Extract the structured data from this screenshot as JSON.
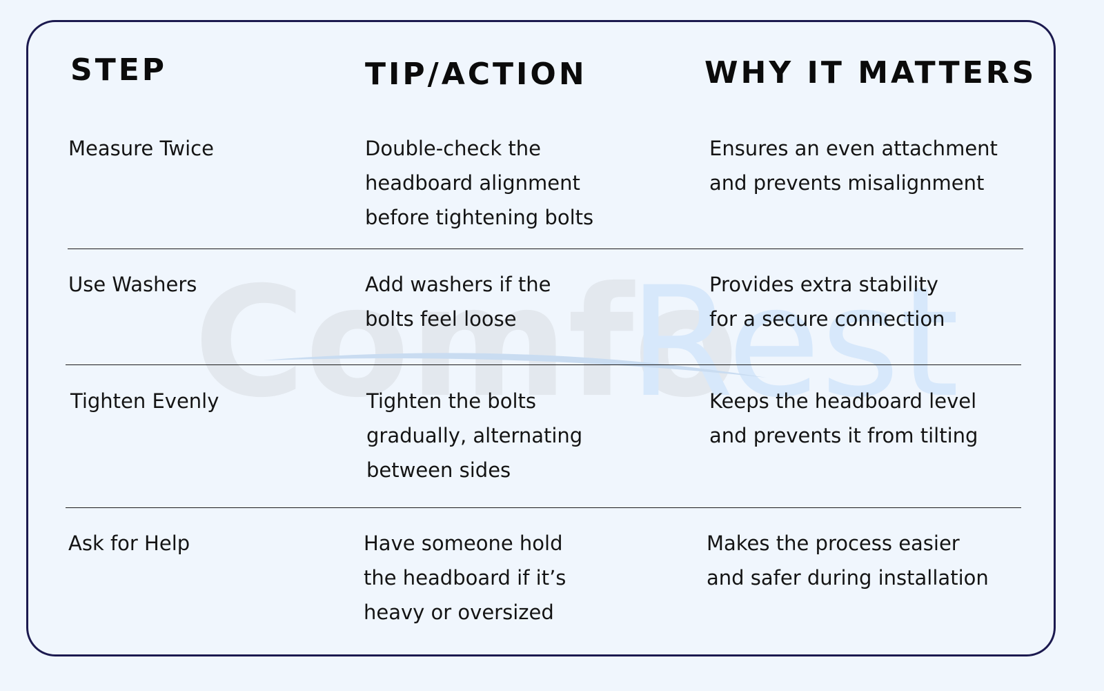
{
  "brand": {
    "watermark_part1": "Comfo",
    "watermark_part2": "Rest",
    "colors": {
      "border": "#1c1a4f",
      "background": "#f0f6fd",
      "watermark_gray": "#e3e8ee",
      "watermark_blue": "#d7e8fb"
    }
  },
  "table": {
    "headers": {
      "step": "STEP",
      "tip": "TIP/ACTION",
      "why": "WHY IT MATTERS"
    },
    "rows": [
      {
        "step": "Measure Twice",
        "tip": "Double-check the\nheadboard alignment\nbefore tightening bolts",
        "why": "Ensures an even attachment\nand prevents misalignment"
      },
      {
        "step": "Use Washers",
        "tip": "Add washers if the\nbolts feel loose",
        "why": "Provides extra stability\nfor a secure connection"
      },
      {
        "step": "Tighten Evenly",
        "tip": "Tighten the bolts\ngradually, alternating\nbetween sides",
        "why": "Keeps the headboard level\nand prevents it from tilting"
      },
      {
        "step": "Ask for Help",
        "tip": "Have someone hold\nthe headboard if it’s\nheavy or oversized",
        "why": "Makes the process easier\nand safer during installation"
      }
    ]
  }
}
